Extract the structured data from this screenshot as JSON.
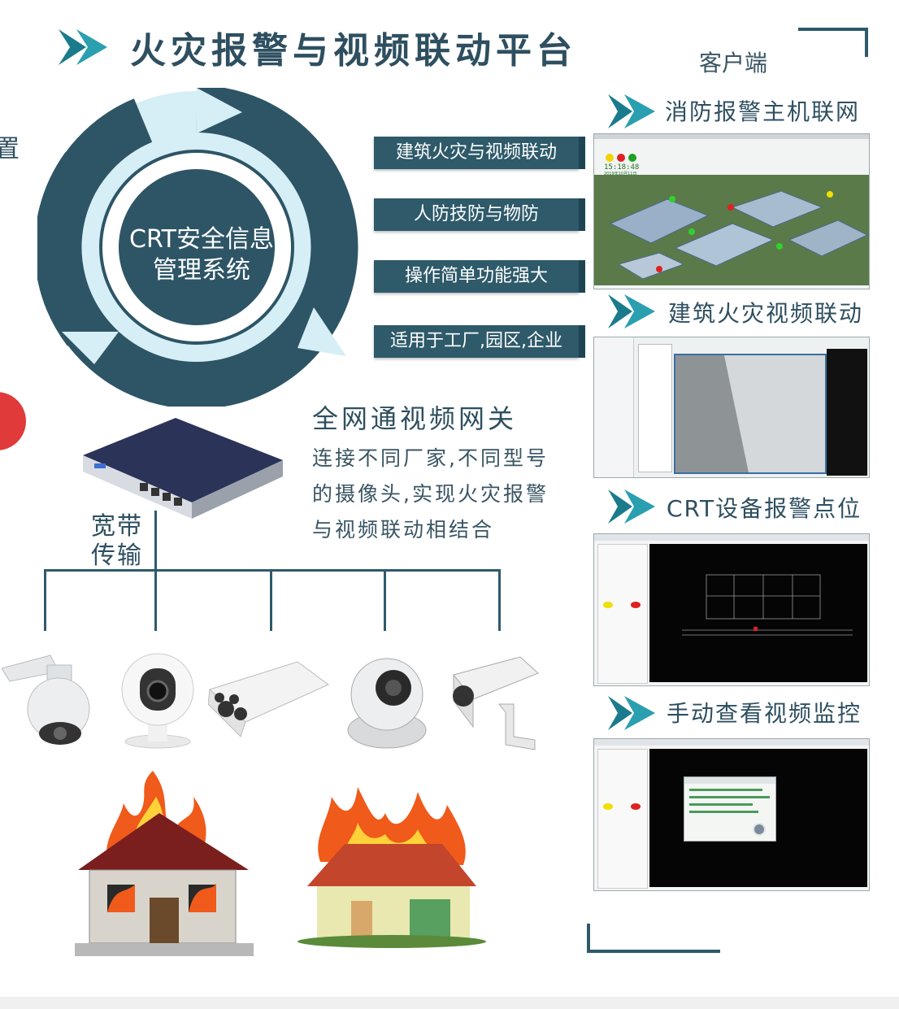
{
  "page": {
    "title": "火灾报警与视频联动平台",
    "client_label": "客户端",
    "left_edge_char": "置"
  },
  "hub": {
    "line1": "CRT安全信息",
    "line2": "管理系统"
  },
  "features": [
    {
      "label": "建筑火灾与视频联动"
    },
    {
      "label": "人防技防与物防"
    },
    {
      "label": "操作简单功能强大"
    },
    {
      "label": "适用于工厂,园区,企业"
    }
  ],
  "gateway": {
    "title": "全网通视频网关",
    "desc_lines": [
      "连接不同厂家,不同型号",
      "的摄像头,实现火灾报警",
      "与视频联动相结合"
    ],
    "transport_line1": "宽带",
    "transport_line2": "传输"
  },
  "sections": [
    {
      "label": "消防报警主机联网"
    },
    {
      "label": "建筑火灾视频联动"
    },
    {
      "label": "CRT设备报警点位"
    },
    {
      "label": "手动查看视频监控"
    }
  ],
  "screen1": {
    "time": "15:18:48",
    "date": "2019年10月11日"
  },
  "colors": {
    "primary": "#2e5a6a",
    "ring_dark": "#2d5566",
    "ring_light": "#d6eef6",
    "chevron": "#2a8a9a",
    "flame": "#f05a1a"
  },
  "icons": [
    "chevron-right-icon",
    "dome-camera-icon",
    "home-camera-icon",
    "bullet-camera-icon",
    "turret-camera-icon",
    "box-camera-icon",
    "burning-house-icon",
    "burning-cottage-icon",
    "network-gateway-icon"
  ]
}
